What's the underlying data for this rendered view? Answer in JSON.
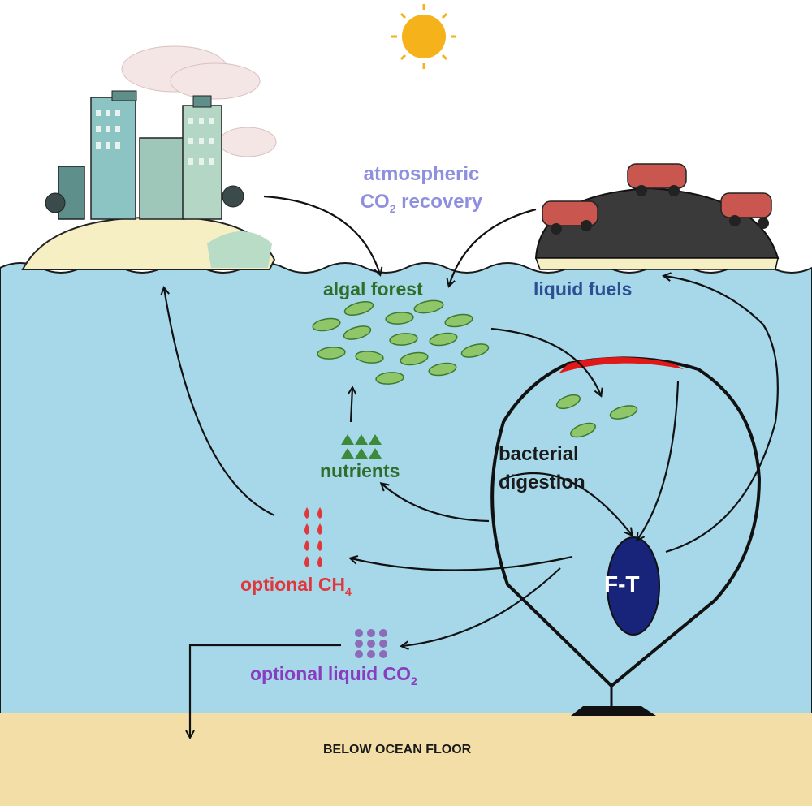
{
  "labels": {
    "atmospheric_line1": "atmospheric",
    "atmospheric_line2_pre": "CO",
    "atmospheric_line2_sub": "2",
    "atmospheric_line2_post": " recovery",
    "algal_forest": "algal forest",
    "liquid_fuels": "liquid fuels",
    "nutrients": "nutrients",
    "bacterial_line1": "bacterial",
    "bacterial_line2": "digestion",
    "ch4_pre": "optional CH",
    "ch4_sub": "4",
    "co2_pre": "optional liquid CO",
    "co2_sub": "2",
    "ft": "F-T",
    "below_ocean_floor": "BELOW OCEAN FLOOR"
  },
  "colors": {
    "ocean": "#a7d8ea",
    "sand": "#f2dea6",
    "sky": "#ffffff",
    "sun": "#f5b21a",
    "algae": "#8fc66a",
    "ft_capsule": "#18237a",
    "cap_red": "#e01818",
    "methane_drop": "#e0373b",
    "co2_dot": "#8e6bb8"
  },
  "icons": [
    "sun-icon",
    "city-icon",
    "cars-icon",
    "algae-leaf-icon",
    "nutrient-triangle-icon",
    "methane-drop-icon",
    "co2-dot-icon",
    "digester-icon",
    "ft-reactor-icon"
  ]
}
